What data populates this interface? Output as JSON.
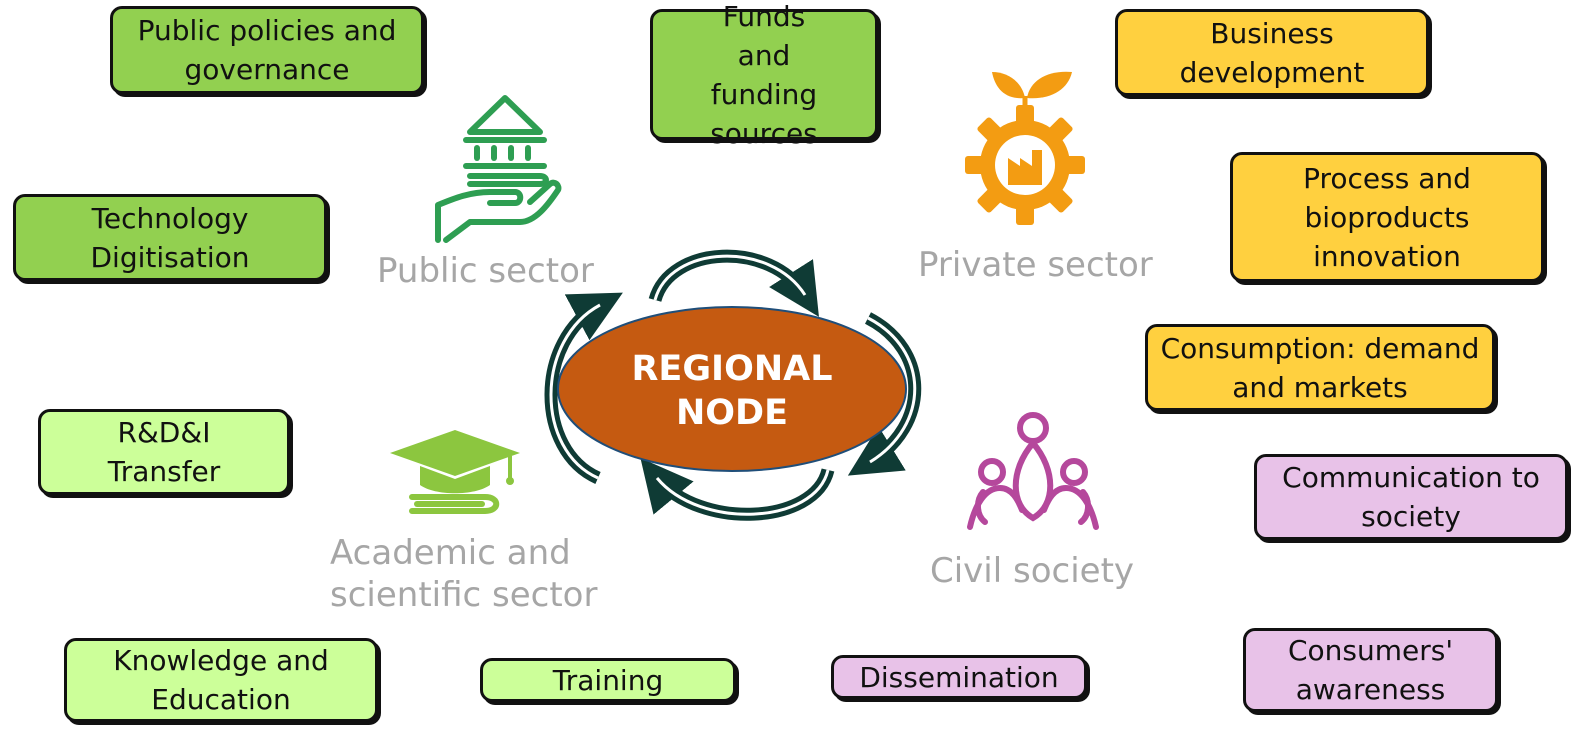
{
  "boxes": {
    "public_policies": "Public policies and governance",
    "funds": "Funds and funding sources",
    "business": "Business development",
    "process": "Process and bioproducts innovation",
    "technology": "Technology Digitisation",
    "consumption": "Consumption: demand and markets",
    "rdi": "R&D&I Transfer",
    "communication": "Communication to society",
    "knowledge": "Knowledge and Education",
    "training": "Training",
    "dissemination": "Dissemination",
    "consumers": "Consumers' awareness"
  },
  "sectors": {
    "public": "Public sector",
    "private": "Private sector",
    "academic": "Academic and\nscientific sector",
    "civil": "Civil society"
  },
  "node": {
    "line1": "REGIONAL",
    "line2": "NODE"
  },
  "colors": {
    "green": "#92d050",
    "light_green": "#ccff99",
    "yellow": "#ffd03f",
    "pink": "#e8c2e8",
    "node_fill": "#c55a11",
    "public_icon": "#2e9e52",
    "private_icon": "#f39c12",
    "academic_icon": "#8cc63f",
    "civil_icon": "#b5489c"
  }
}
